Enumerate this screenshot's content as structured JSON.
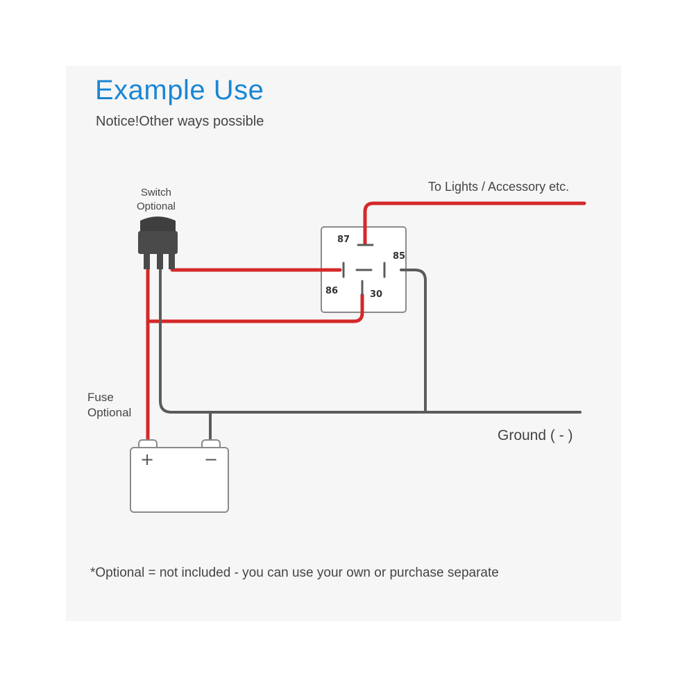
{
  "title": "Example Use",
  "subtitle": "Notice!Other ways possible",
  "labels": {
    "switch_line1": "Switch",
    "switch_line2": "Optional",
    "fuse_line1": "Fuse",
    "fuse_line2": "Optional",
    "lights": "To Lights / Accessory etc.",
    "ground": "Ground ( - )"
  },
  "relay": {
    "pin_87": "87",
    "pin_85": "85",
    "pin_86": "86",
    "pin_30": "30"
  },
  "battery": {
    "positive": "+",
    "negative": "−"
  },
  "footnote": "*Optional = not included - you can use your own or purchase separate",
  "colors": {
    "title": "#1a86d4",
    "red_wire": "#d42828",
    "gray_wire": "#5b5b5b",
    "outline": "#8a8a8a",
    "switch_body": "#4a4a4a"
  }
}
